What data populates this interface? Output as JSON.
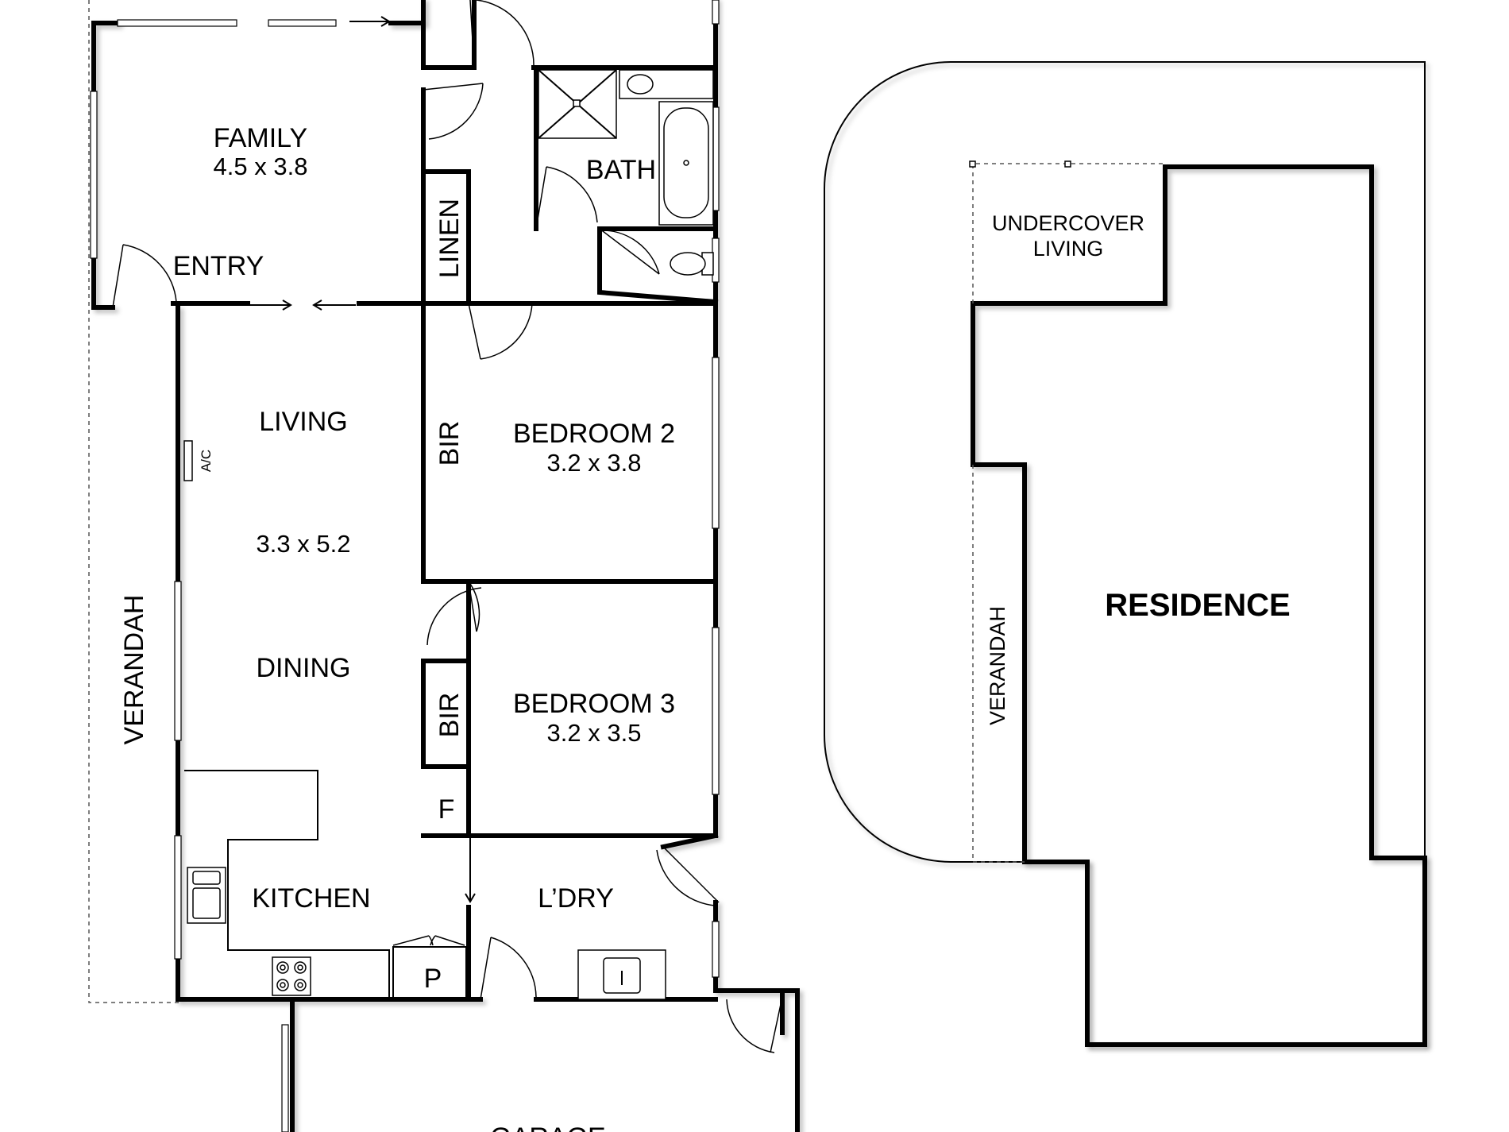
{
  "rooms": {
    "family": {
      "label": "FAMILY",
      "dims": "4.5 x 3.8"
    },
    "entry": {
      "label": "ENTRY"
    },
    "linen": {
      "label": "LINEN"
    },
    "bath": {
      "label": "BATH"
    },
    "living": {
      "label": "LIVING",
      "dims": "3.3 x 5.2"
    },
    "ac": {
      "label": "A/C"
    },
    "dining": {
      "label": "DINING"
    },
    "bir_bed2": {
      "label": "BIR"
    },
    "bedroom2": {
      "label": "BEDROOM 2",
      "dims": "3.2 x 3.8"
    },
    "bir_bed3": {
      "label": "BIR"
    },
    "bedroom3": {
      "label": "BEDROOM 3",
      "dims": "3.2 x 3.5"
    },
    "fridge": {
      "label": "F"
    },
    "verandah_west": {
      "label": "VERANDAH"
    },
    "kitchen": {
      "label": "KITCHEN"
    },
    "pantry": {
      "label": "P"
    },
    "laundry": {
      "label": "L’DRY"
    },
    "garage": {
      "label": "GARAGE"
    }
  },
  "residence": {
    "undercover_line1": "UNDERCOVER",
    "undercover_line2": "LIVING",
    "verandah": "VERANDAH",
    "title": "RESIDENCE"
  }
}
